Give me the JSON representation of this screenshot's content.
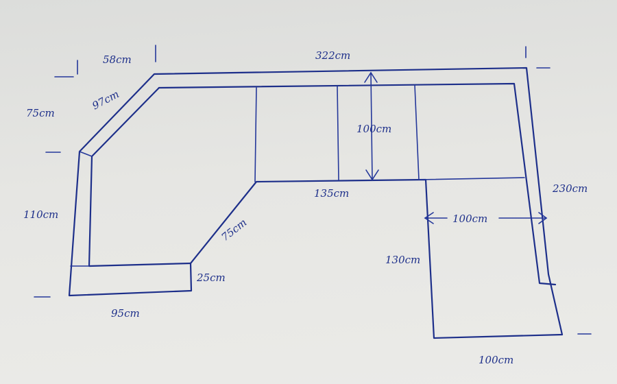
{
  "colors": {
    "ink": "#1d2f8a",
    "paper": "#e6e6e3"
  },
  "labels": {
    "top_total": "322cm",
    "top_left": "58cm",
    "diagonal_outer": "97cm",
    "left_upper": "75cm",
    "left_lower": "110cm",
    "bottom_left": "95cm",
    "step_height": "25cm",
    "diagonal_inner": "75cm",
    "inner_width": "135cm",
    "depth": "100cm",
    "right_total": "230cm",
    "leg_width": "100cm",
    "leg_depth": "130cm",
    "bottom_right": "100cm"
  }
}
